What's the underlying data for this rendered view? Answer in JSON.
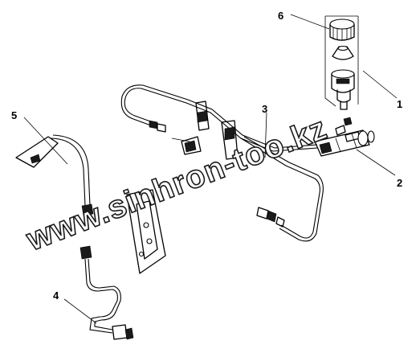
{
  "callouts": [
    {
      "id": "c1",
      "label": "1"
    },
    {
      "id": "c2",
      "label": "2"
    },
    {
      "id": "c3",
      "label": "3"
    },
    {
      "id": "c4",
      "label": "4"
    },
    {
      "id": "c5",
      "label": "5"
    },
    {
      "id": "c6",
      "label": "6"
    }
  ],
  "watermark": "www.sinhron-too.kz",
  "colors": {
    "line": "#000000",
    "background": "#ffffff"
  }
}
